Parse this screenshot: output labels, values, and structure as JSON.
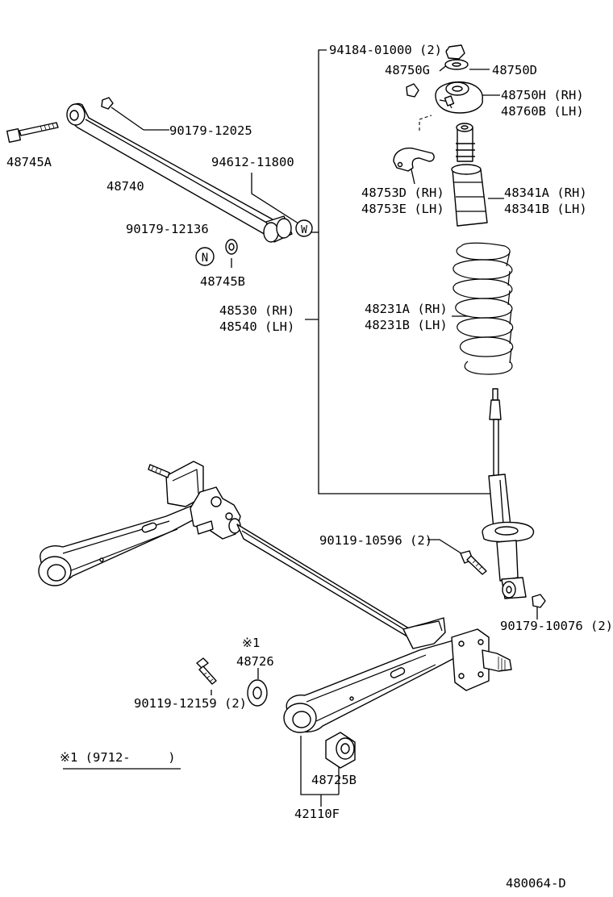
{
  "labels": {
    "p94184": "94184-01000 (2)",
    "p48750G": "48750G",
    "p48750D": "48750D",
    "p48750H": "48750H (RH)",
    "p48760B": "48760B (LH)",
    "p90179_12025": "90179-12025",
    "p48745A": "48745A",
    "p48740": "48740",
    "p94612": "94612-11800",
    "p48753D": "48753D (RH)",
    "p48753E": "48753E (LH)",
    "p48341A": "48341A (RH)",
    "p48341B": "48341B (LH)",
    "p90179_12136": "90179-12136",
    "p48745B": "48745B",
    "p48530": "48530 (RH)",
    "p48540": "48540 (LH)",
    "p48231A": "48231A (RH)",
    "p48231B": "48231B (LH)",
    "p90119_10596": "90119-10596 (2)",
    "p90179_10076": "90179-10076 (2)",
    "p48726_note": "※1",
    "p48726": "48726",
    "p90119_12159": "90119-12159 (2)",
    "p48725B": "48725B",
    "p42110F": "42110F",
    "footnote": "※1 (9712-     )",
    "diagram_id": "480064-D"
  },
  "markers": {
    "W": "W",
    "N": "N"
  }
}
